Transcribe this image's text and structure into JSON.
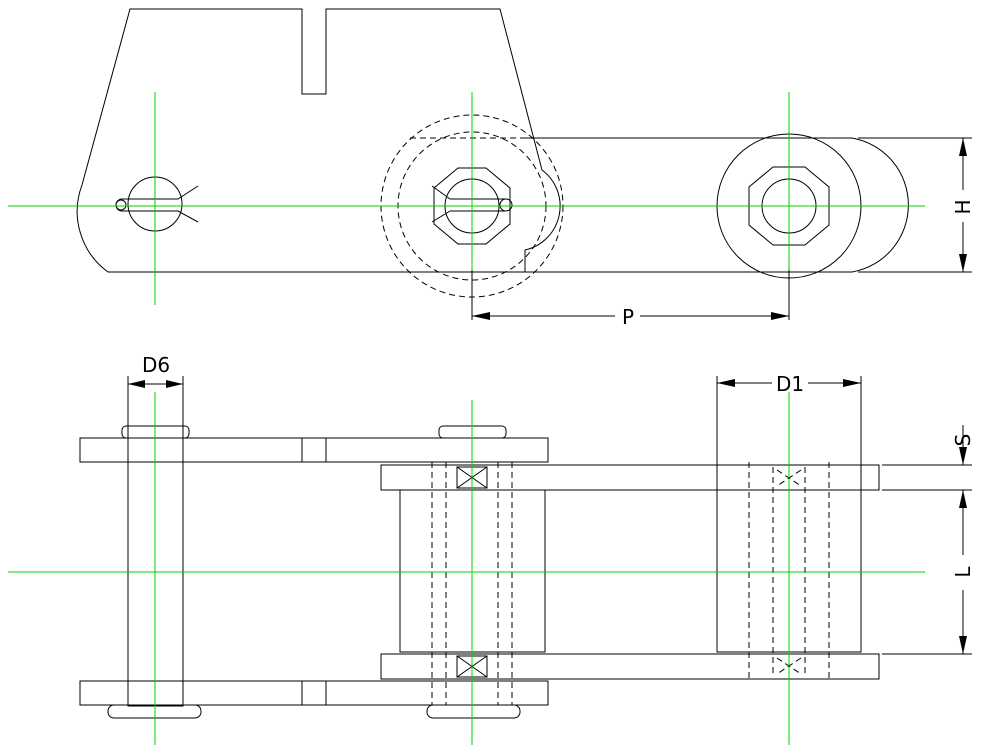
{
  "dimensions": {
    "pitch": "P",
    "height": "H",
    "pin_diameter": "D6",
    "roller_diameter": "D1",
    "plate_thickness": "S",
    "inner_width": "L"
  },
  "colors": {
    "outline": "#000000",
    "centerline": "#00d400",
    "background": "#ffffff"
  }
}
